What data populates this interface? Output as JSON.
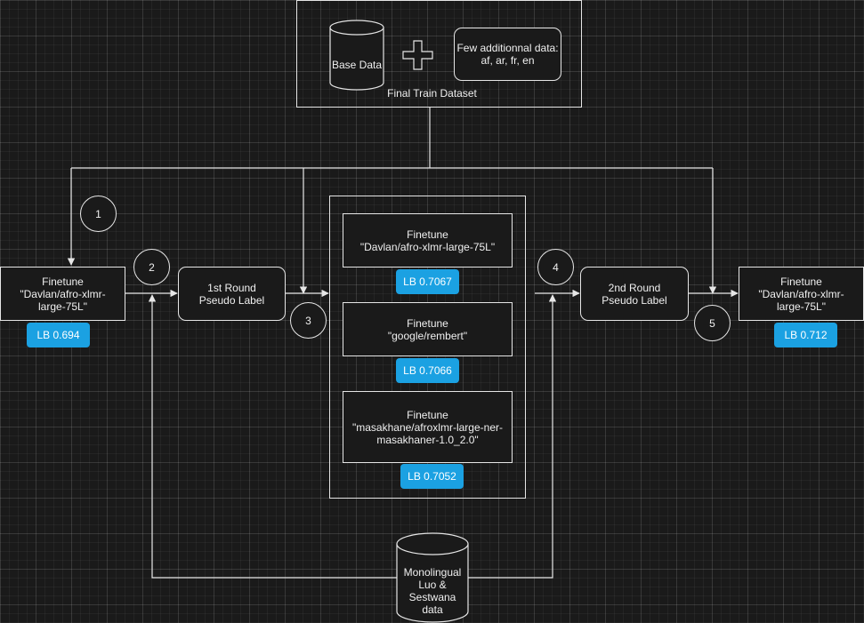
{
  "dataset": {
    "title": "Final Train Dataset",
    "base_data": "Base Data",
    "extra_data": "Few additionnal data:\naf, ar, fr, en"
  },
  "model_1": {
    "label": "Finetune\n\"Davlan/afro-xlmr-\nlarge-75L\"",
    "score": "LB 0.694"
  },
  "pseudo_1": {
    "label": "1st Round\nPseudo Label"
  },
  "ensemble": [
    {
      "label": "Finetune\n\"Davlan/afro-xlmr-large-75L\"",
      "score": "LB 0.7067"
    },
    {
      "label": "Finetune\n\"google/rembert\"",
      "score": "LB 0.7066"
    },
    {
      "label": "Finetune\n\"masakhane/afroxlmr-large-ner-\nmasakhaner-1.0_2.0\"",
      "score": "LB 0.7052"
    }
  ],
  "pseudo_2": {
    "label": "2nd Round\nPseudo Label"
  },
  "model_final": {
    "label": "Finetune\n\"Davlan/afro-xlmr-\nlarge-75L\"",
    "score": "LB 0.712"
  },
  "monolingual": {
    "label": "Monolingual\nLuo &\nSestwana\ndata"
  },
  "steps": [
    "1",
    "2",
    "3",
    "4",
    "5"
  ],
  "colors": {
    "background": "#1a1a1a",
    "line": "#e6e6e6",
    "badge": "#1ba1e2",
    "text": "#f0f0f0"
  }
}
